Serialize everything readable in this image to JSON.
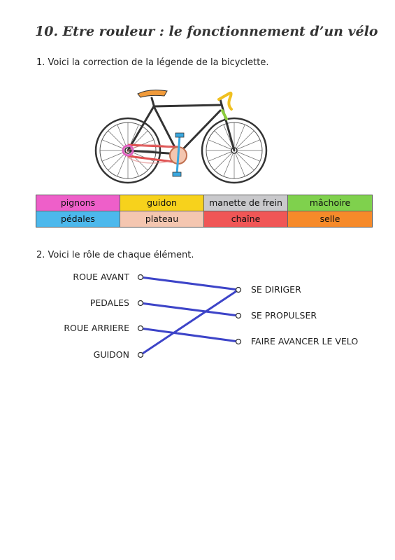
{
  "title": "10. Etre rouleur : le fonctionnement d’un vélo",
  "question1": "1.  Voici la correction de la légende de la bicyclette.",
  "question2": "2.  Voici le rôle de chaque élément.",
  "legend": [
    {
      "label": "pignons",
      "color": "#ee5fc9"
    },
    {
      "label": "guidon",
      "color": "#f7d21c"
    },
    {
      "label": "manette de frein",
      "color": "#c9c9cc"
    },
    {
      "label": "mâchoire",
      "color": "#7fd14d"
    },
    {
      "label": "pédales",
      "color": "#4cb8ec"
    },
    {
      "label": "plateau",
      "color": "#f4c6b0"
    },
    {
      "label": "chaîne",
      "color": "#f05656"
    },
    {
      "label": "selle",
      "color": "#f68a2a"
    }
  ],
  "matching": {
    "left": [
      "ROUE AVANT",
      "PEDALES",
      "ROUE ARRIERE",
      "GUIDON"
    ],
    "right": [
      "SE DIRIGER",
      "SE PROPULSER",
      "FAIRE AVANCER LE VELO"
    ],
    "links": [
      [
        0,
        0
      ],
      [
        1,
        1
      ],
      [
        2,
        2
      ],
      [
        3,
        0
      ]
    ],
    "line_color": "#3d44c8"
  },
  "bike_colors": {
    "frame": "#333333",
    "saddle": "#f09a3a",
    "handlebar": "#f0c020",
    "brake_lever": "#8bcc3c",
    "chain": "#e05050",
    "pedal": "#3aa8e0",
    "sprocket": "#e060c0"
  }
}
